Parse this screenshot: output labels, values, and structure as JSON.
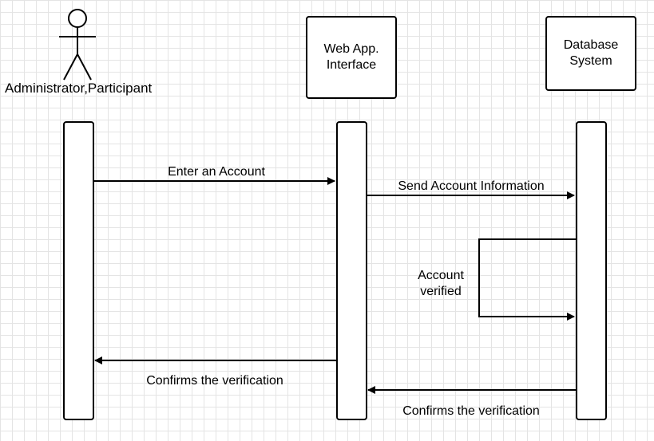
{
  "actors": {
    "user": {
      "label": "Administrator,Participant"
    },
    "webapp": {
      "line1": "Web App.",
      "line2": "Interface"
    },
    "database": {
      "line1": "Database",
      "line2": "System"
    }
  },
  "messages": {
    "enter_account": "Enter an Account",
    "send_info": "Send Account Information",
    "self_verify_line1": "Account",
    "self_verify_line2": "verified",
    "confirm_to_user": "Confirms the verification",
    "confirm_to_webapp": "Confirms the verification"
  },
  "colors": {
    "stroke": "#000000",
    "grid": "#e4e4e4",
    "background": "#ffffff"
  }
}
